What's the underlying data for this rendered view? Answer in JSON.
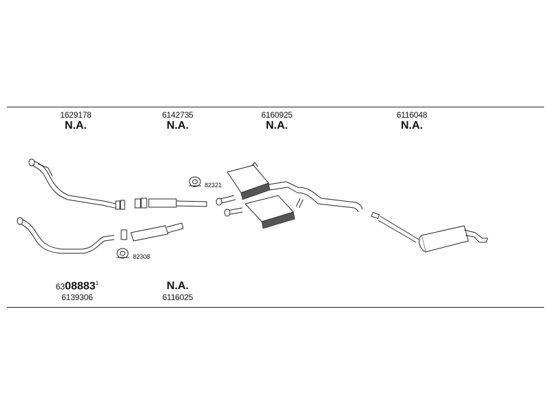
{
  "top_parts": [
    {
      "number": "1629178",
      "status": "N.A."
    },
    {
      "number": "6142735",
      "status": "N.A."
    },
    {
      "number": "6160925",
      "status": "N.A."
    },
    {
      "number": "6116048",
      "status": "N.A."
    }
  ],
  "clamps": [
    {
      "number": "82321"
    },
    {
      "number": "82308"
    }
  ],
  "bottom_parts": [
    {
      "prefix": "63",
      "big": "08883",
      "suffix": "1",
      "number": "6139306"
    },
    {
      "status": "N.A.",
      "number": "6116025"
    }
  ]
}
